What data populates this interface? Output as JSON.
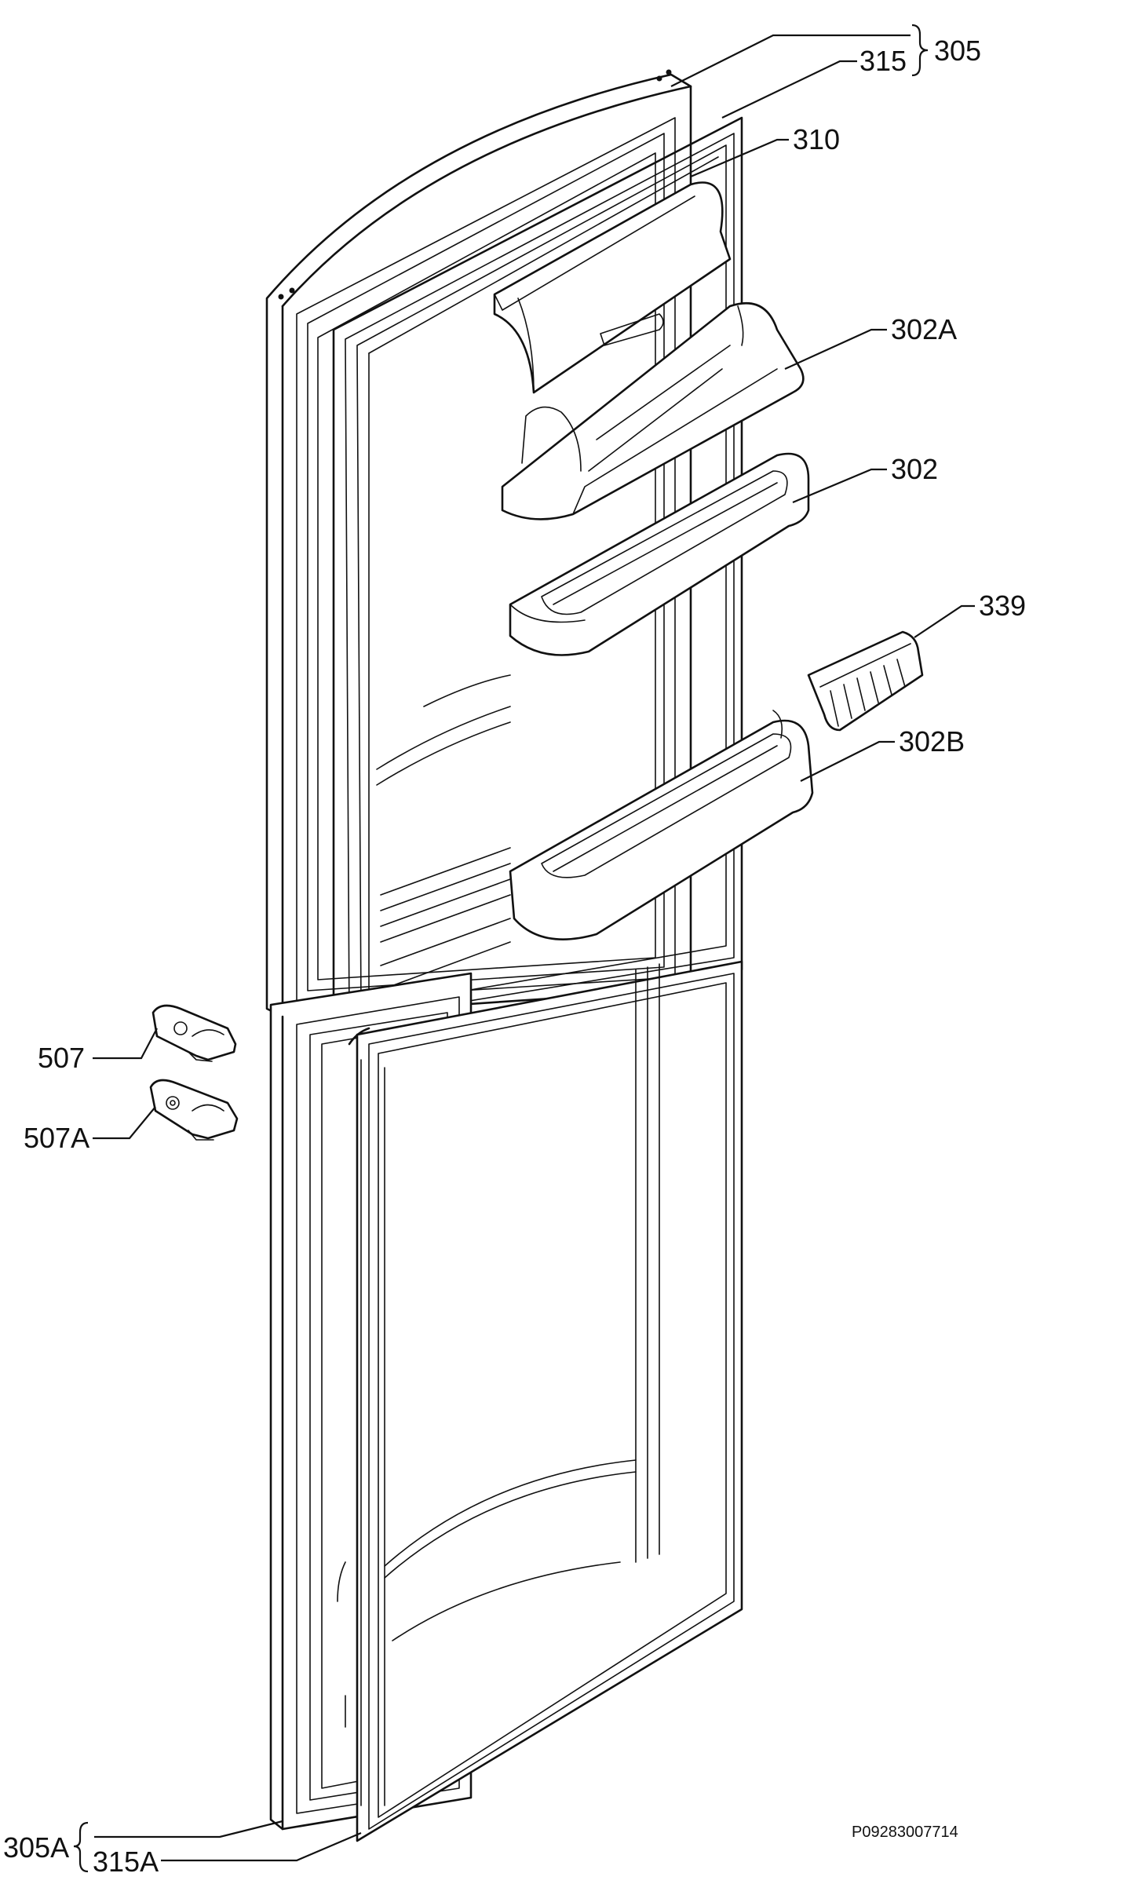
{
  "labels": {
    "door_assembly_upper": "305",
    "gasket_upper": "315",
    "shelf_cover": "310",
    "shelf_a": "302A",
    "shelf": "302",
    "shelf_divider": "339",
    "shelf_b": "302B",
    "hinge": "507",
    "hinge_a": "507A",
    "door_assembly_lower": "305A",
    "gasket_lower": "315A"
  },
  "drawing_code": "P09283007714"
}
